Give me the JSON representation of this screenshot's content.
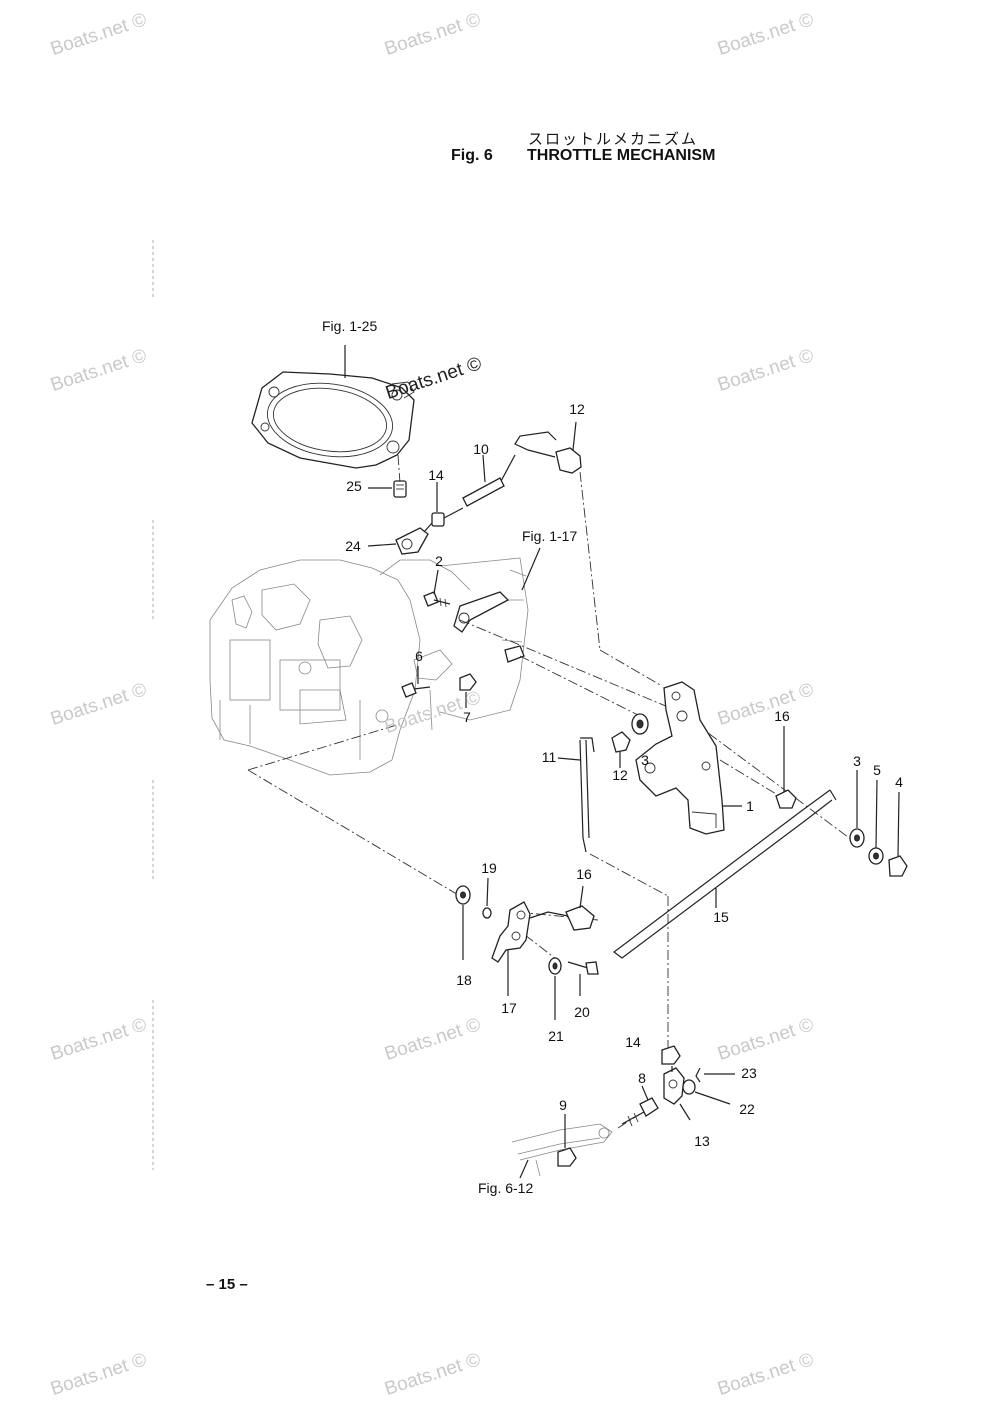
{
  "header": {
    "title_japanese": "スロットルメカニズム",
    "figure_label": "Fig. 6",
    "title": "THROTTLE MECHANISM"
  },
  "watermark": "Boats.net ©",
  "references": {
    "fig_1_25": "Fig. 1-25",
    "fig_1_17": "Fig. 1-17",
    "fig_6_12": "Fig. 6-12"
  },
  "part_numbers": {
    "p1": "1",
    "p2": "2",
    "p3a": "3",
    "p3b": "3",
    "p4": "4",
    "p5": "5",
    "p6": "6",
    "p7": "7",
    "p8": "8",
    "p9": "9",
    "p10": "10",
    "p11": "11",
    "p12a": "12",
    "p12b": "12",
    "p13": "13",
    "p14a": "14",
    "p14b": "14",
    "p15": "15",
    "p16a": "16",
    "p16b": "16",
    "p17": "17",
    "p18": "18",
    "p19": "19",
    "p20": "20",
    "p21": "21",
    "p22": "22",
    "p23": "23",
    "p24": "24",
    "p25": "25"
  },
  "footer": {
    "page_number": "– 15 –"
  }
}
